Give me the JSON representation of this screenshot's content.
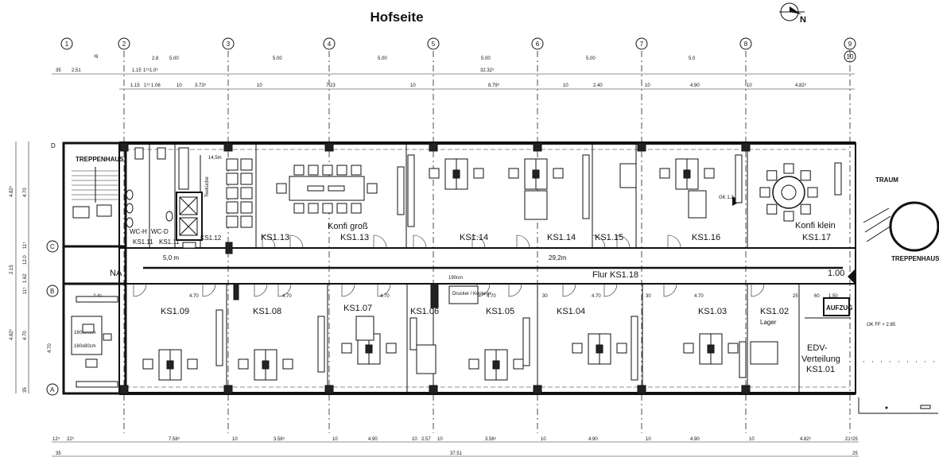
{
  "title": "Hofseite",
  "axes": [
    "1",
    "2",
    "3",
    "4",
    "5",
    "6",
    "7",
    "8",
    "9",
    "10"
  ],
  "rows": [
    "D",
    "C",
    "B",
    "A"
  ],
  "dims_top1": [
    "²6",
    "2.51",
    "35",
    "1.15",
    "1¹⁵",
    "1.0⁵",
    "2.8",
    "5.00",
    "5.00",
    "5.00",
    "5.00",
    "5.00",
    "5.0",
    "32.32⁵"
  ],
  "dims_top2": [
    "1.15",
    "1¹⁵",
    "1.06",
    "10",
    "3.73⁵",
    "10",
    "7.23",
    "10",
    "8.79⁵",
    "10",
    "2.40",
    "10",
    "4.90",
    "10",
    "4.82⁵"
  ],
  "dims_bottom": [
    "12⁵",
    "22⁵",
    "7.58⁵",
    "10",
    "3.56⁵",
    "10",
    "4.90",
    "10",
    "2.57",
    "10",
    "3.56⁵",
    "10",
    "4.90",
    "10",
    "4.90",
    "10",
    "4.82⁵",
    "21⁵",
    "25"
  ],
  "dims_total": [
    "37.51",
    "35",
    "25"
  ],
  "dims_left": [
    "4.82⁵",
    "4.70",
    "11⁵",
    "2.15",
    "12.0",
    "1.62",
    "11⁵",
    "4.70",
    "4.82⁵",
    "35"
  ],
  "stair_label": "TREPPENHAUS",
  "stair_label_right": "TREPPENHAUS",
  "traum": "TRAUM",
  "rooms_top": [
    {
      "id": "wc_h",
      "label": "WC-H"
    },
    {
      "id": "wc_d",
      "label": "WC-D"
    },
    {
      "id": "ks111",
      "label": "KS1.11"
    },
    {
      "id": "ks111b",
      "label": "KS1.11"
    },
    {
      "id": "ks112",
      "label": "KS1.12"
    },
    {
      "id": "ks113a",
      "label": "KS1.13"
    },
    {
      "id": "konfi_gross",
      "label": "Konfi groß"
    },
    {
      "id": "ks113b",
      "label": "KS1.13"
    },
    {
      "id": "ks114a",
      "label": "KS1.14"
    },
    {
      "id": "ks114b",
      "label": "KS1.14"
    },
    {
      "id": "ks115",
      "label": "KS1.15"
    },
    {
      "id": "ks116",
      "label": "KS1.16"
    },
    {
      "id": "konfi_klein",
      "label": "Konfi klein"
    },
    {
      "id": "ks117",
      "label": "KS1.17"
    }
  ],
  "rooms_bottom": [
    {
      "id": "ks109",
      "label": "KS1.09"
    },
    {
      "id": "ks108",
      "label": "KS1.08"
    },
    {
      "id": "ks107",
      "label": "KS1.07"
    },
    {
      "id": "ks106",
      "label": "KS1.06"
    },
    {
      "id": "ks105",
      "label": "KS1.05"
    },
    {
      "id": "ks104",
      "label": "KS1.04"
    },
    {
      "id": "ks103",
      "label": "KS1.03"
    },
    {
      "id": "ks102",
      "label": "KS1.02"
    },
    {
      "id": "lager",
      "label": "Lager"
    },
    {
      "id": "edv",
      "label": "EDV-"
    },
    {
      "id": "verteilung",
      "label": "Verteilung"
    },
    {
      "id": "ks101",
      "label": "KS1.01"
    }
  ],
  "corridor": "Flur KS1.18",
  "corridor_left": "5,0 m",
  "corridor_mid": "29,2m",
  "corridor_right": "1.00",
  "na": "NA",
  "aufzug": "AUFZUG",
  "printer": "Drucker / Kopierer",
  "w190": "190cm",
  "gk": "GK 1.2",
  "ok_ff": "OK FF + 2.85",
  "kitchen_dim": "14,5m",
  "kitchen_label": "Teeküche",
  "desk_label": "160x80cm",
  "table_labels": [
    "160x80cm",
    "160x80cm"
  ],
  "room_dims_mid": [
    "4.70",
    "4.70",
    "4.70",
    "4.70",
    "4.70",
    "4.70",
    "4.70",
    "30",
    "30",
    "25",
    "1.50",
    "2.4⁵",
    "60"
  ]
}
